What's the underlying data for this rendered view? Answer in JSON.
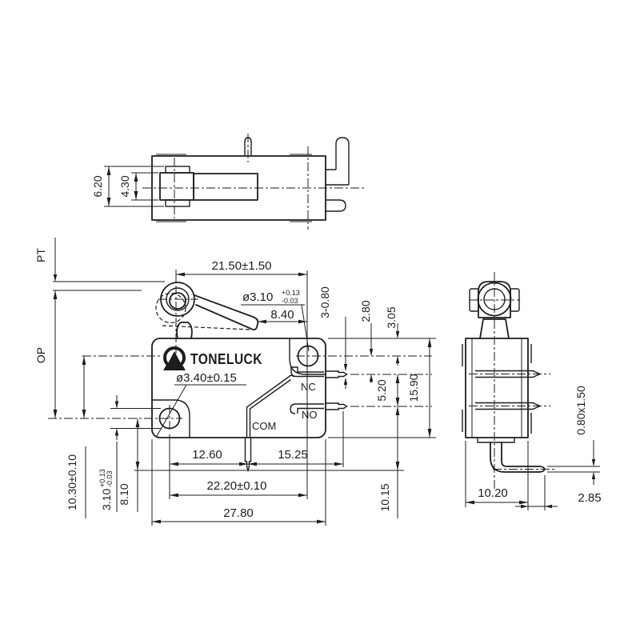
{
  "brand": "TONELUCK",
  "labels": {
    "pt": "PT",
    "op": "OP",
    "nc": "NC",
    "no": "NO",
    "com": "COM"
  },
  "dims": {
    "top_view": {
      "flange_width": "6.20",
      "roller_width": "4.30"
    },
    "front_view": {
      "lever_length": "21.50±1.50",
      "hole_top_dia": {
        "v": "ø3.10",
        "tp": "+0.13",
        "tm": "-0.03"
      },
      "tip_to_hole": "8.40",
      "slot": "3-0.80",
      "hole_to_nc": "2.80",
      "top_to_cl": "3.05",
      "hole_bottom_dia": "ø3.40±0.15",
      "nc_to_no": "5.20",
      "body_height": "15.90",
      "hole_to_com": "12.60",
      "com_to_tip": "15.25",
      "holes_span": "22.20±0.10",
      "body_width": "27.80",
      "no_to_end": "10.15",
      "holes_vertical": "10.30±0.10",
      "hole_bl_dia": {
        "v": "3.10",
        "tp": "+0.13",
        "tm": "-0.03"
      },
      "cl_to_end": "8.10"
    },
    "side_view": {
      "pin_section": "0.80x1.50",
      "body_depth": "10.20",
      "bend_offset": "2.85"
    }
  },
  "colors": {
    "line": "#1d1d1d",
    "background": "#ffffff"
  }
}
